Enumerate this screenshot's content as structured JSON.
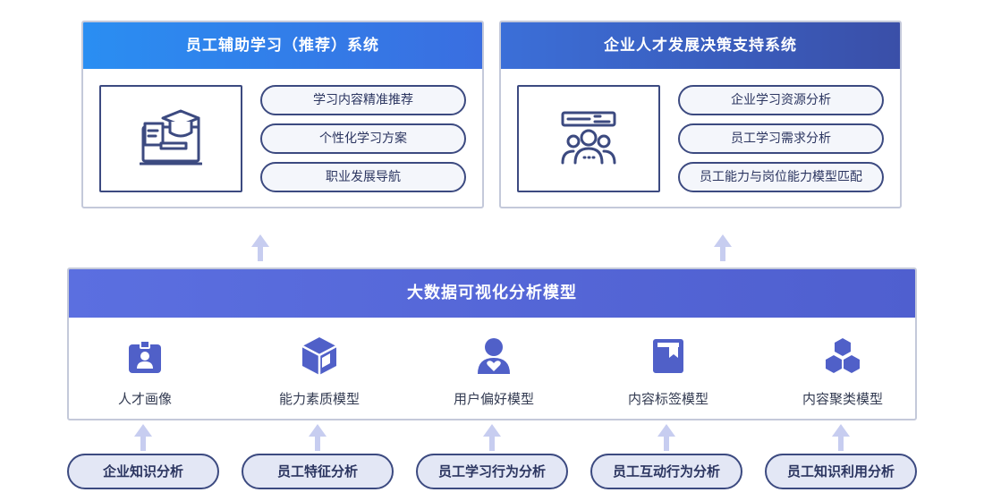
{
  "top_left": {
    "title": "员工辅助学习（推荐）系统",
    "icon": "graduation-laptop-icon",
    "items": [
      "学习内容精准推荐",
      "个性化学习方案",
      "职业发展导航"
    ]
  },
  "top_right": {
    "title": "企业人才发展决策支持系统",
    "icon": "team-meeting-icon",
    "items": [
      "企业学习资源分析",
      "员工学习需求分析",
      "员工能力与岗位能力模型匹配"
    ]
  },
  "middle": {
    "title": "大数据可视化分析模型",
    "models": [
      {
        "label": "人才画像",
        "icon": "id-badge-icon"
      },
      {
        "label": "能力素质模型",
        "icon": "cube-icon"
      },
      {
        "label": "用户偏好模型",
        "icon": "user-heart-icon"
      },
      {
        "label": "内容标签模型",
        "icon": "bookmark-book-icon"
      },
      {
        "label": "内容聚类模型",
        "icon": "hexagon-cluster-icon"
      }
    ]
  },
  "sources": [
    "企业知识分析",
    "员工特征分析",
    "员工学习行为分析",
    "员工互动行为分析",
    "员工知识利用分析"
  ],
  "colors": {
    "accent_blue": "#2a8ef2",
    "navy": "#3c4a80",
    "model_purple": "#5060c8",
    "arrow": "#c7cdf0"
  }
}
